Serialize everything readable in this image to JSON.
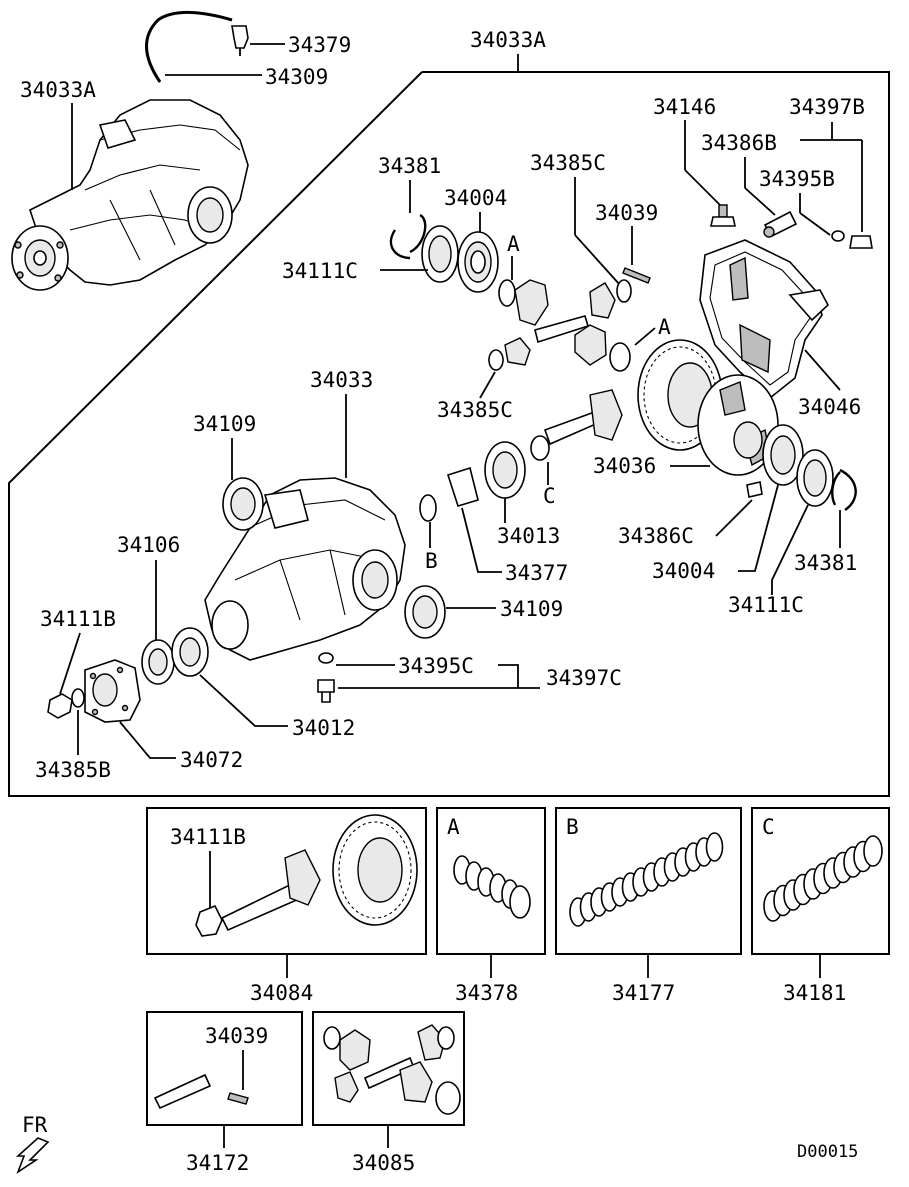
{
  "labels": {
    "assy_top_left": "34033A",
    "assy_top": "34033A",
    "breather_plug": "34379",
    "breather_hose": "34309",
    "vent_plug": "34146",
    "filler_plug_b": "34386B",
    "plug_gasket_b": "34395B",
    "plug_set_b": "34397B",
    "snap_ring_top": "34381",
    "bearing_top": "34004",
    "side_gear_top": "34385C",
    "pinion_pin_lock": "34039",
    "bearing_race_top": "34111C",
    "mark_a1": "A",
    "mark_a2": "A",
    "diff_cover": "34046",
    "thrust_washer": "34385C",
    "carrier": "34033",
    "oil_seal_left": "34109",
    "diff_case": "34036",
    "bolt_c": "34386C",
    "bearing_right": "34004",
    "snap_ring_right": "34381",
    "race_right": "34111C",
    "pinion_bearing": "34013",
    "mark_b": "B",
    "mark_c": "C",
    "spacer": "34377",
    "oil_seal_right": "34109",
    "pinion_bearing_front": "34106",
    "nut_b": "34111B",
    "gasket_c": "34395C",
    "plug_set_c": "34397C",
    "front_bearing_race": "34012",
    "companion_flange": "34072",
    "washer_b": "34385B"
  },
  "kits": {
    "gear_set": {
      "part": "34111B",
      "number": "34084"
    },
    "kit_a": {
      "letter": "A",
      "number": "34378"
    },
    "kit_b": {
      "letter": "B",
      "number": "34177"
    },
    "kit_c": {
      "letter": "C",
      "number": "34181"
    },
    "pin_kit": {
      "part": "34039",
      "number": "34172"
    },
    "gear_kit": {
      "number": "34085"
    }
  },
  "direction": "FR",
  "diagram_code": "D00015"
}
